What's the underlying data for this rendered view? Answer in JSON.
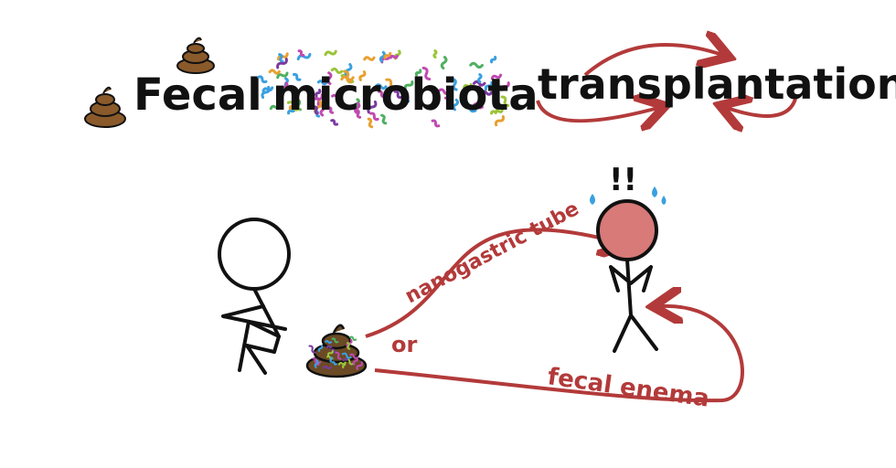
{
  "title": {
    "word_fecal": "Fecal",
    "word_microbiota": "microbiota",
    "word_transplantation": "transplantation"
  },
  "diagram": {
    "route_upper_label": "nanogastric tube",
    "route_or_label": "or",
    "route_lower_label": "fecal enema",
    "exclamation": "!!"
  },
  "colors": {
    "ink": "#111111",
    "arrow_red": "#b33a3a",
    "poop_brown": "#8a5a2b",
    "recipient_head": "#d77a78",
    "sweat_blue": "#3aa0e0"
  },
  "icons": [
    "poop-icon",
    "donor-stick-figure",
    "recipient-stick-figure",
    "sweat-drop-icon"
  ]
}
